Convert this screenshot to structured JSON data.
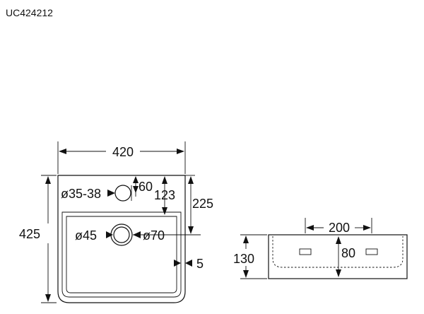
{
  "model_code": "UC424212",
  "top_view": {
    "width_label": "420",
    "depth_label": "425",
    "tap_hole_label": "ø35-38",
    "tap_hole_offset_label": "60",
    "tap_hole_center_label": "123",
    "drain_offset_label": "225",
    "drain_inner_label": "ø45",
    "drain_outer_label": "ø70",
    "rim_label": "5"
  },
  "side_view": {
    "fixing_spacing_label": "200",
    "height_label": "130",
    "fixing_height_label": "80"
  }
}
